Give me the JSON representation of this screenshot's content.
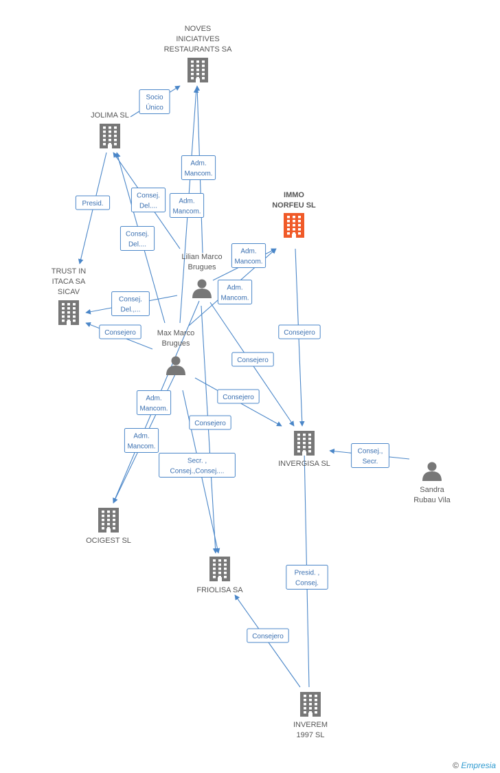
{
  "colors": {
    "company": "#777777",
    "company_main": "#f05a28",
    "person": "#777777",
    "edge": "#4a86c8",
    "label_text": "#3a6fb0"
  },
  "nodes": [
    {
      "id": "noves",
      "type": "company",
      "icon": "building-icon",
      "lines": [
        "NOVES",
        "INICIATIVES",
        "RESTAURANTS SA"
      ]
    },
    {
      "id": "jolima",
      "type": "company",
      "icon": "building-icon",
      "lines": [
        "JOLIMA SL"
      ]
    },
    {
      "id": "immo",
      "type": "company_main",
      "icon": "building-icon",
      "lines": [
        "IMMO",
        "NORFEU SL"
      ]
    },
    {
      "id": "trust",
      "type": "company",
      "icon": "building-icon",
      "lines": [
        "TRUST IN",
        "ITACA SA",
        "SICAV"
      ]
    },
    {
      "id": "lilian",
      "type": "person",
      "icon": "person-icon",
      "lines": [
        "Lilian Marco",
        "Brugues"
      ]
    },
    {
      "id": "max",
      "type": "person",
      "icon": "person-icon",
      "lines": [
        "Max Marco",
        "Brugues"
      ]
    },
    {
      "id": "invergisa",
      "type": "company",
      "icon": "building-icon",
      "lines": [
        "INVERGISA SL"
      ]
    },
    {
      "id": "sandra",
      "type": "person",
      "icon": "person-icon",
      "lines": [
        "Sandra",
        "Rubau Vila"
      ]
    },
    {
      "id": "ocigest",
      "type": "company",
      "icon": "building-icon",
      "lines": [
        "OCIGEST SL"
      ]
    },
    {
      "id": "friolisa",
      "type": "company",
      "icon": "building-icon",
      "lines": [
        "FRIOLISA SA"
      ]
    },
    {
      "id": "inverem",
      "type": "company",
      "icon": "building-icon",
      "lines": [
        "INVEREM",
        "1997 SL"
      ]
    }
  ],
  "edges": [
    {
      "from": "jolima",
      "to": "noves",
      "label": [
        "Socio",
        "Único"
      ]
    },
    {
      "from": "jolima",
      "to": "trust",
      "label": [
        "Presid."
      ]
    },
    {
      "from": "lilian",
      "to": "noves",
      "label": [
        "Adm.",
        "Mancom."
      ]
    },
    {
      "from": "max",
      "to": "noves",
      "label": [
        "Adm.",
        "Mancom."
      ]
    },
    {
      "from": "lilian",
      "to": "jolima",
      "label": [
        "Consej.",
        "Del...."
      ]
    },
    {
      "from": "max",
      "to": "jolima",
      "label": [
        "Consej.",
        "Del...."
      ]
    },
    {
      "from": "lilian",
      "to": "trust",
      "label": [
        "Consej.",
        "Del.,..."
      ]
    },
    {
      "from": "max",
      "to": "trust",
      "label": [
        "Consejero"
      ]
    },
    {
      "from": "lilian",
      "to": "immo",
      "label": [
        "Adm.",
        "Mancom."
      ]
    },
    {
      "from": "max",
      "to": "immo",
      "label": [
        "Adm.",
        "Mancom."
      ]
    },
    {
      "from": "immo",
      "to": "invergisa",
      "label": [
        "Consejero"
      ]
    },
    {
      "from": "lilian",
      "to": "invergisa",
      "label": [
        "Consejero"
      ]
    },
    {
      "from": "max",
      "to": "invergisa",
      "label": [
        "Consejero"
      ]
    },
    {
      "from": "sandra",
      "to": "invergisa",
      "label": [
        "Consej.,",
        "Secr."
      ]
    },
    {
      "from": "max",
      "to": "ocigest",
      "label": [
        "Adm.",
        "Mancom."
      ]
    },
    {
      "from": "lilian",
      "to": "ocigest",
      "label": [
        "Adm.",
        "Mancom."
      ]
    },
    {
      "from": "max",
      "to": "friolisa",
      "label": [
        "Consejero"
      ]
    },
    {
      "from": "lilian",
      "to": "friolisa",
      "label": [
        "Secr. ,",
        "Consej.,Consej...."
      ]
    },
    {
      "from": "inverem",
      "to": "friolisa",
      "label": [
        "Consejero"
      ]
    },
    {
      "from": "inverem",
      "to": "invergisa",
      "label": [
        "Presid. ,",
        "Consej."
      ]
    }
  ],
  "watermark": {
    "symbol": "©",
    "brand": "Empresia"
  }
}
